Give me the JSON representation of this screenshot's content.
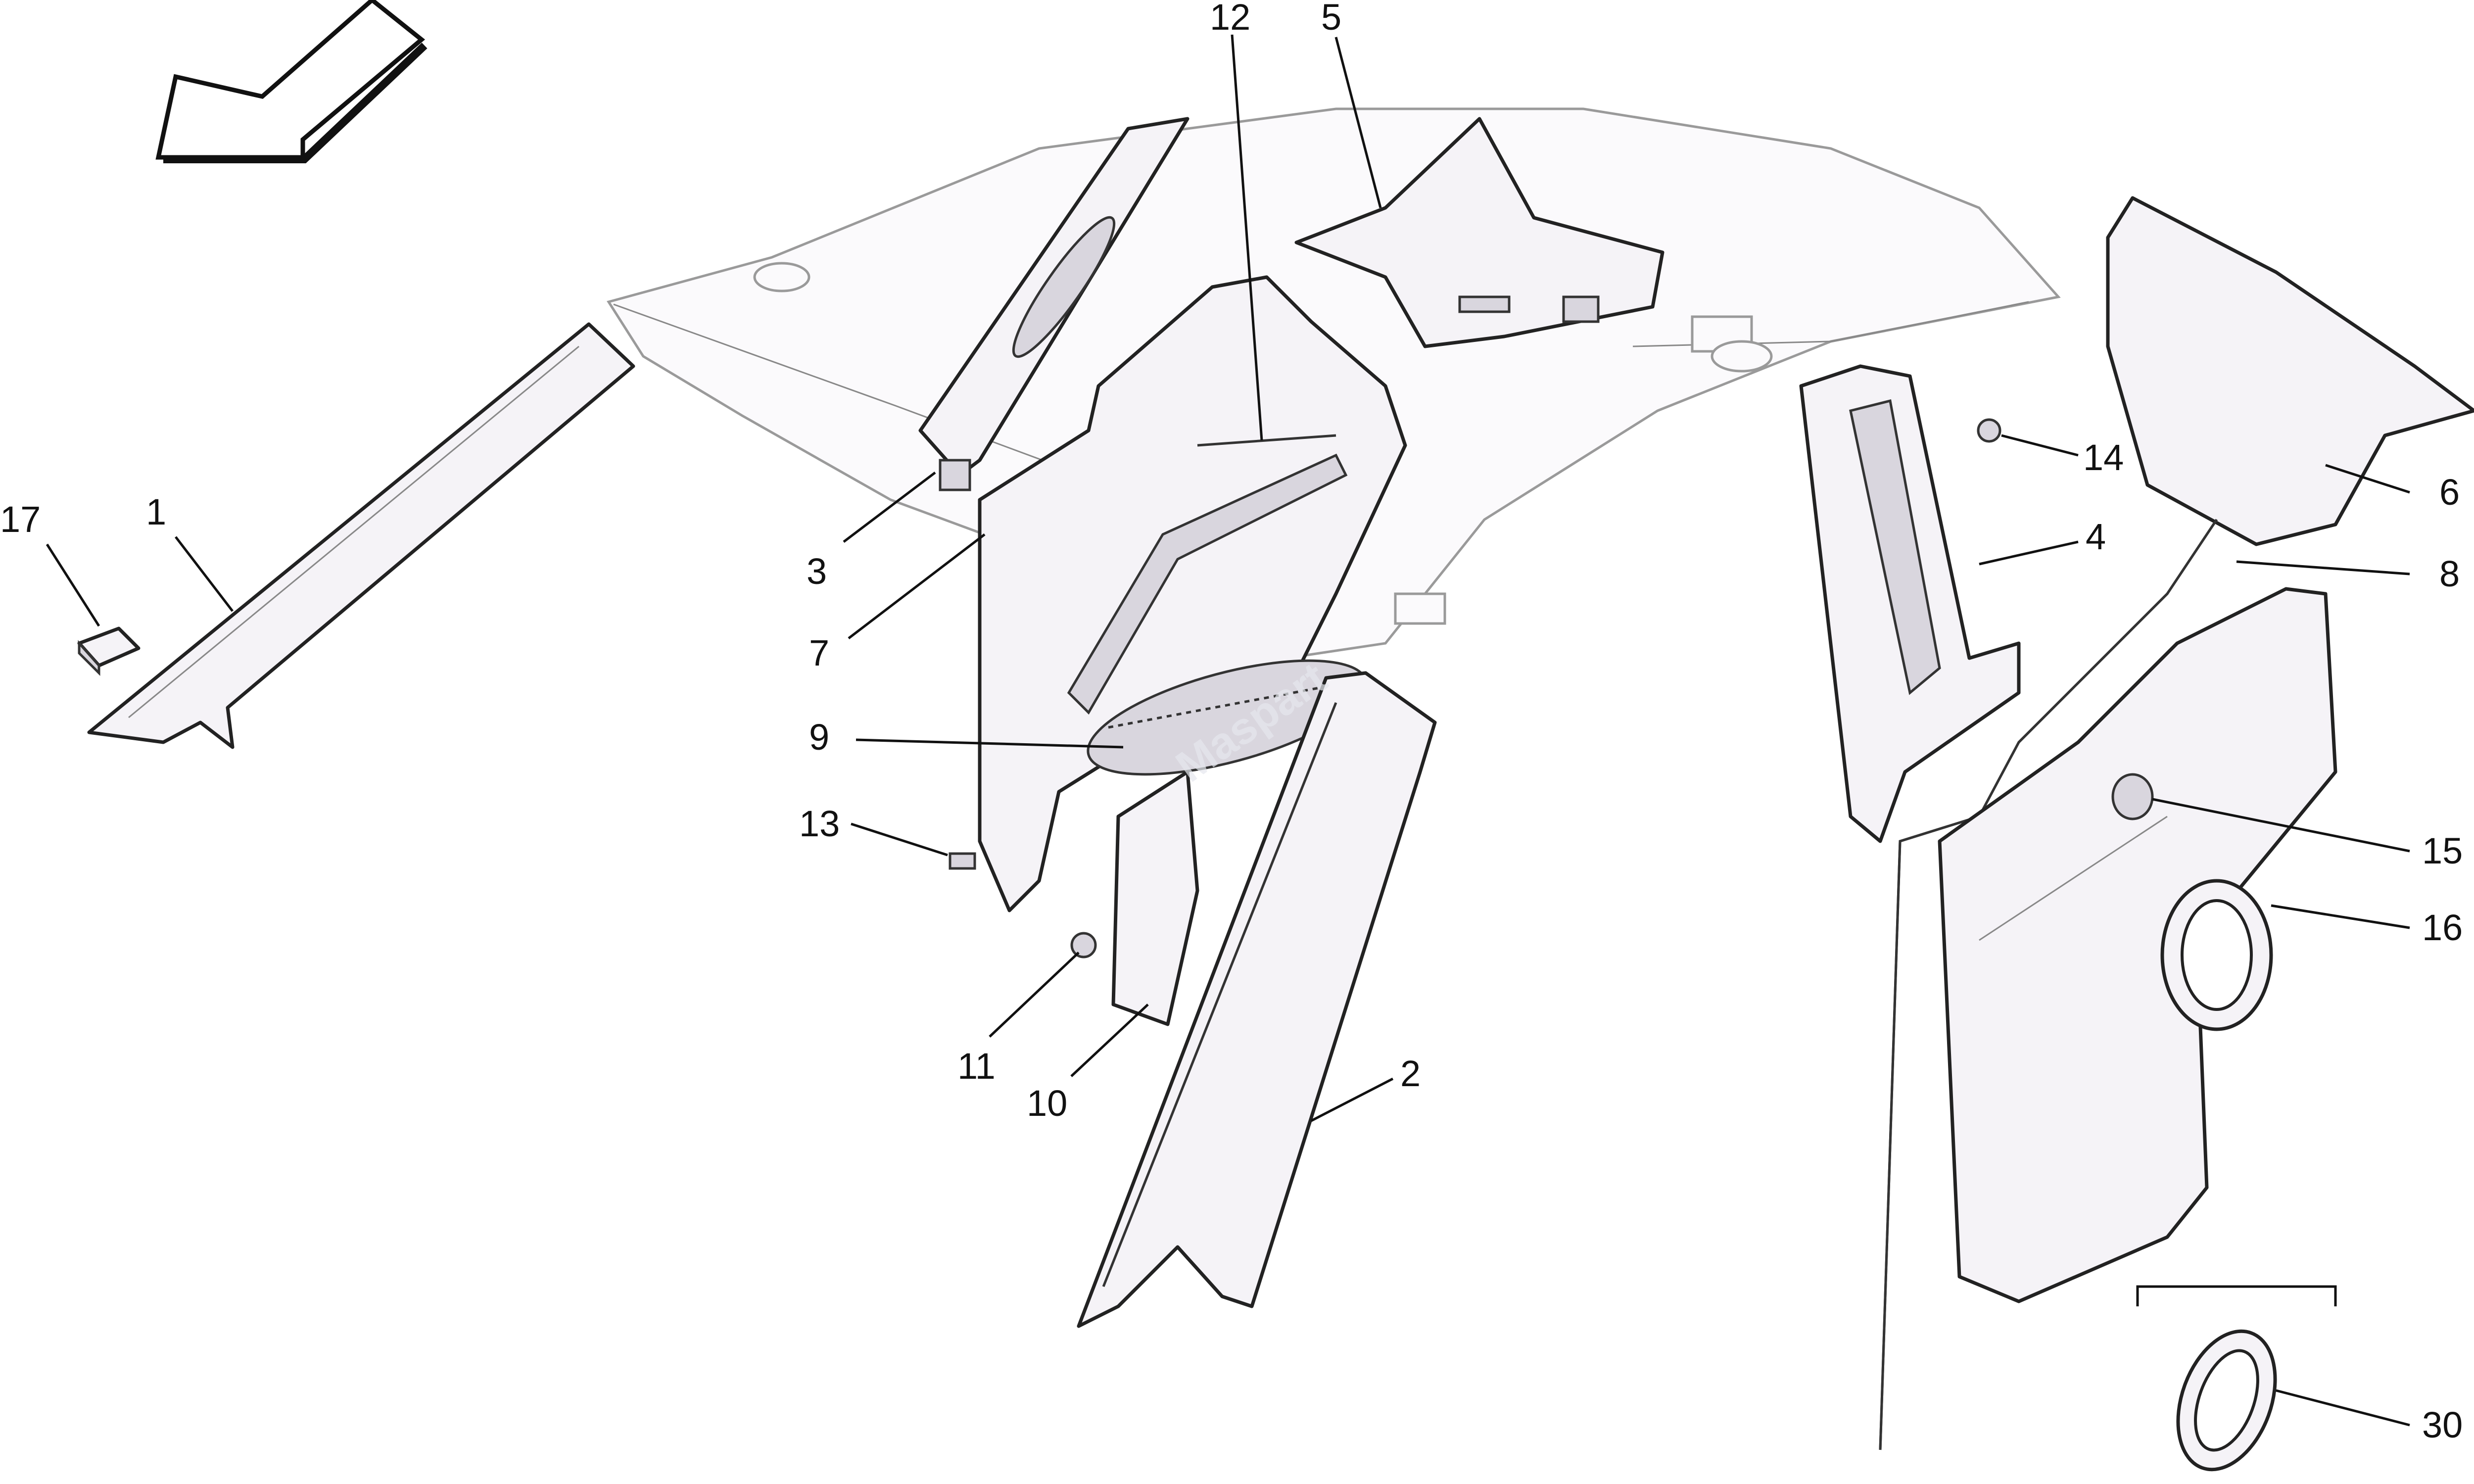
{
  "diagram": {
    "watermark": "Maspart",
    "callouts": [
      {
        "id": "17",
        "label": "17"
      },
      {
        "id": "1",
        "label": "1"
      },
      {
        "id": "3",
        "label": "3"
      },
      {
        "id": "7",
        "label": "7"
      },
      {
        "id": "9",
        "label": "9"
      },
      {
        "id": "13",
        "label": "13"
      },
      {
        "id": "11",
        "label": "11"
      },
      {
        "id": "10",
        "label": "10"
      },
      {
        "id": "12",
        "label": "12"
      },
      {
        "id": "5",
        "label": "5"
      },
      {
        "id": "2",
        "label": "2"
      },
      {
        "id": "14",
        "label": "14"
      },
      {
        "id": "4",
        "label": "4"
      },
      {
        "id": "6",
        "label": "6"
      },
      {
        "id": "8",
        "label": "8"
      },
      {
        "id": "15",
        "label": "15"
      },
      {
        "id": "16",
        "label": "16"
      },
      {
        "id": "30",
        "label": "30"
      }
    ]
  }
}
